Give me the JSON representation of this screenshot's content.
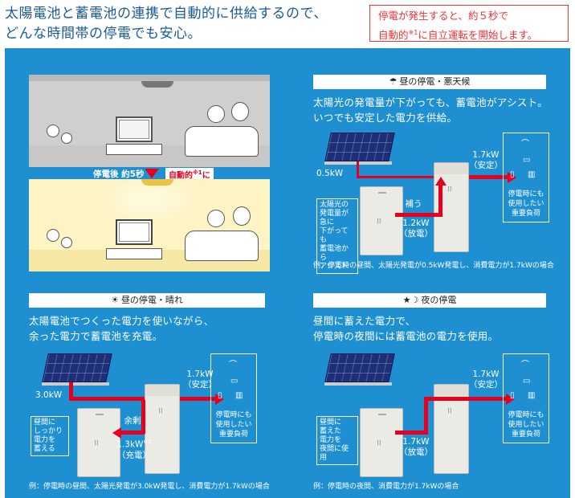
{
  "header": {
    "headline_line1": "太陽電池と蓄電池の連携で自動的に供給するので、",
    "headline_line2": "どんな時間帯の停電でも安心。",
    "notice_line1": "停電が発生すると、約５秒で",
    "notice_line2_a": "自動的",
    "notice_line2_sup": "※1",
    "notice_line2_b": "に自立運転を開始します。"
  },
  "scene": {
    "delay_label": "停電後 約5秒",
    "auto_a": "自動的",
    "auto_sup": "※1",
    "auto_b": "に"
  },
  "quadrants": [
    {
      "id": "cloudy",
      "icon": "☂",
      "title": "昼の停電・悪天候",
      "desc_line1": "太陽光の発電量が下がっても、蓄電池がアシスト。",
      "desc_line2": "いつでも安定した電力を供給。",
      "solar_kw": "0.5kW",
      "out_kw": "1.7kW",
      "out_kind": "（安定）",
      "assist_label": "補う",
      "batt_kw": "1.2kW",
      "batt_kind": "（放電）",
      "side_note": [
        "太陽光の",
        "発電量が急に",
        "下がっても",
        "蓄電池から",
        "アシスト"
      ],
      "load_caption": [
        "停電時にも",
        "使用したい",
        "重要負荷"
      ],
      "footnote": "例：停電時の昼間、太陽光発電が0.5kW発電し、消費電力が1.7kWの場合"
    },
    {
      "id": "sunny",
      "icon": "☀",
      "title": "昼の停電・晴れ",
      "desc_line1": "太陽電池でつくった電力を使いながら、",
      "desc_line2": "余った電力で蓄電池を充電。",
      "solar_kw": "3.0kW",
      "out_kw": "1.7kW",
      "out_kind": "（安定）",
      "surplus_label": "余剰",
      "batt_kw": "1.3kW",
      "batt_sup": "※2",
      "batt_kind": "（充電）",
      "side_note": [
        "昼間に",
        "しっかり",
        "電力を",
        "蓄える"
      ],
      "load_caption": [
        "停電時にも",
        "使用したい",
        "重要負荷"
      ],
      "footnote": "例：停電時の昼間、太陽光発電が3.0kW発電し、消費電力が1.7kWの場合"
    },
    {
      "id": "night",
      "icon": "★☽",
      "title": "夜の停電",
      "desc_line1": "昼間に蓄えた電力で、",
      "desc_line2": "停電時の夜間には蓄電池の電力を使用。",
      "out_kw": "1.7kW",
      "out_kind": "（安定）",
      "batt_kw": "1.7kW",
      "batt_kind": "（放電）",
      "side_note": [
        "昼間に",
        "蓄えた",
        "電力を",
        "夜間に使用"
      ],
      "load_caption": [
        "停電時にも",
        "使用したい",
        "重要負荷"
      ],
      "footnote": "例：停電時の夜間、消費電力が1.7kWの場合"
    }
  ],
  "colors": {
    "panel": "#1e90d2",
    "accent_red": "#e6001e",
    "headline": "#1a5a9a"
  }
}
